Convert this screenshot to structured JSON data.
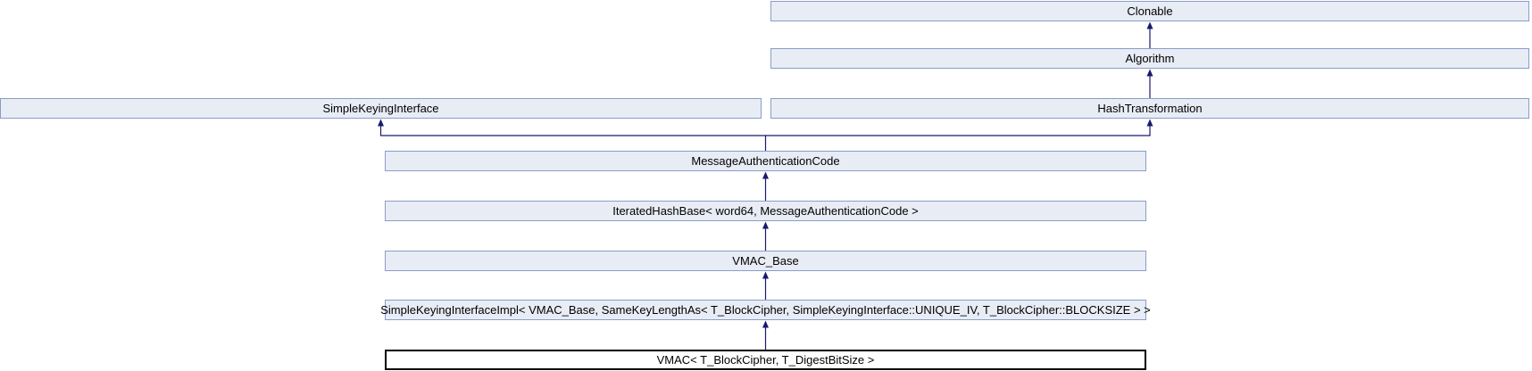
{
  "colors": {
    "node_fill": "#e8ecf5",
    "node_border": "#8a9cc8",
    "edge": "#191970",
    "current_node_fill": "#ffffff",
    "current_node_border": "#000000",
    "text": "#000000"
  },
  "nodes": [
    {
      "id": "clonable",
      "label": "Clonable"
    },
    {
      "id": "algorithm",
      "label": "Algorithm"
    },
    {
      "id": "simple-keying-interface",
      "label": "SimpleKeyingInterface"
    },
    {
      "id": "hash-transformation",
      "label": "HashTransformation"
    },
    {
      "id": "message-authentication-code",
      "label": "MessageAuthenticationCode"
    },
    {
      "id": "iterated-hash-base",
      "label": "IteratedHashBase< word64, MessageAuthenticationCode >"
    },
    {
      "id": "vmac-base",
      "label": "VMAC_Base"
    },
    {
      "id": "simple-keying-interface-impl",
      "label": "SimpleKeyingInterfaceImpl< VMAC_Base, SameKeyLengthAs< T_BlockCipher, SimpleKeyingInterface::UNIQUE_IV, T_BlockCipher::BLOCKSIZE > >"
    },
    {
      "id": "vmac",
      "label": "VMAC< T_BlockCipher, T_DigestBitSize >",
      "current": true
    }
  ],
  "edges": [
    {
      "from": "algorithm",
      "to": "clonable"
    },
    {
      "from": "hash-transformation",
      "to": "algorithm"
    },
    {
      "from": "message-authentication-code",
      "to": "simple-keying-interface"
    },
    {
      "from": "message-authentication-code",
      "to": "hash-transformation"
    },
    {
      "from": "iterated-hash-base",
      "to": "message-authentication-code"
    },
    {
      "from": "vmac-base",
      "to": "iterated-hash-base"
    },
    {
      "from": "simple-keying-interface-impl",
      "to": "vmac-base"
    },
    {
      "from": "vmac",
      "to": "simple-keying-interface-impl"
    }
  ]
}
